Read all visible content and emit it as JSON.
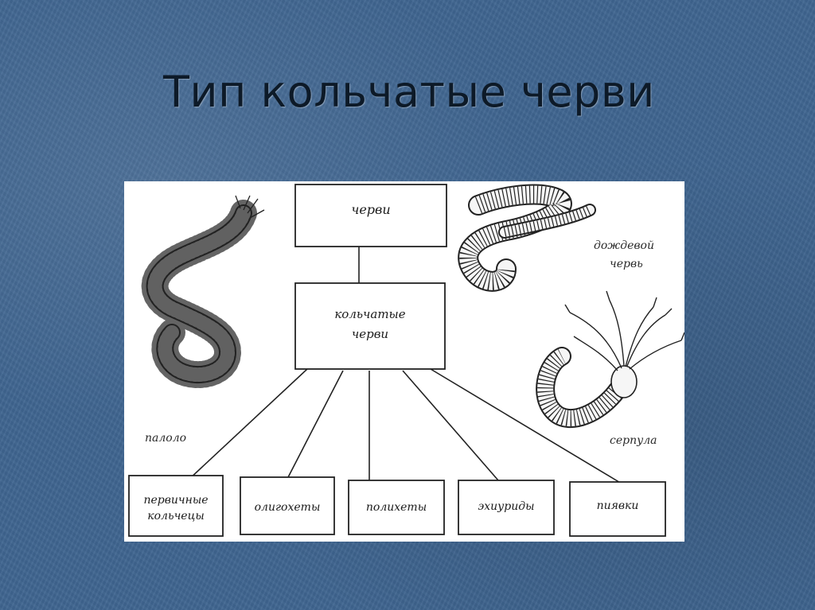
{
  "slide": {
    "title": "Тип кольчатые черви"
  },
  "diagram": {
    "root": "черви",
    "middle_line1": "кольчатые",
    "middle_line2": "черви",
    "leaves": [
      {
        "line1": "первичные",
        "line2": "кольчецы"
      },
      {
        "line1": "олигохеты",
        "line2": ""
      },
      {
        "line1": "полихеты",
        "line2": ""
      },
      {
        "line1": "эхиуриды",
        "line2": ""
      },
      {
        "line1": "пиявки",
        "line2": ""
      }
    ],
    "captions": {
      "palolo": "палоло",
      "earthworm_line1": "дождевой",
      "earthworm_line2": "червь",
      "serpula": "серпула"
    }
  }
}
